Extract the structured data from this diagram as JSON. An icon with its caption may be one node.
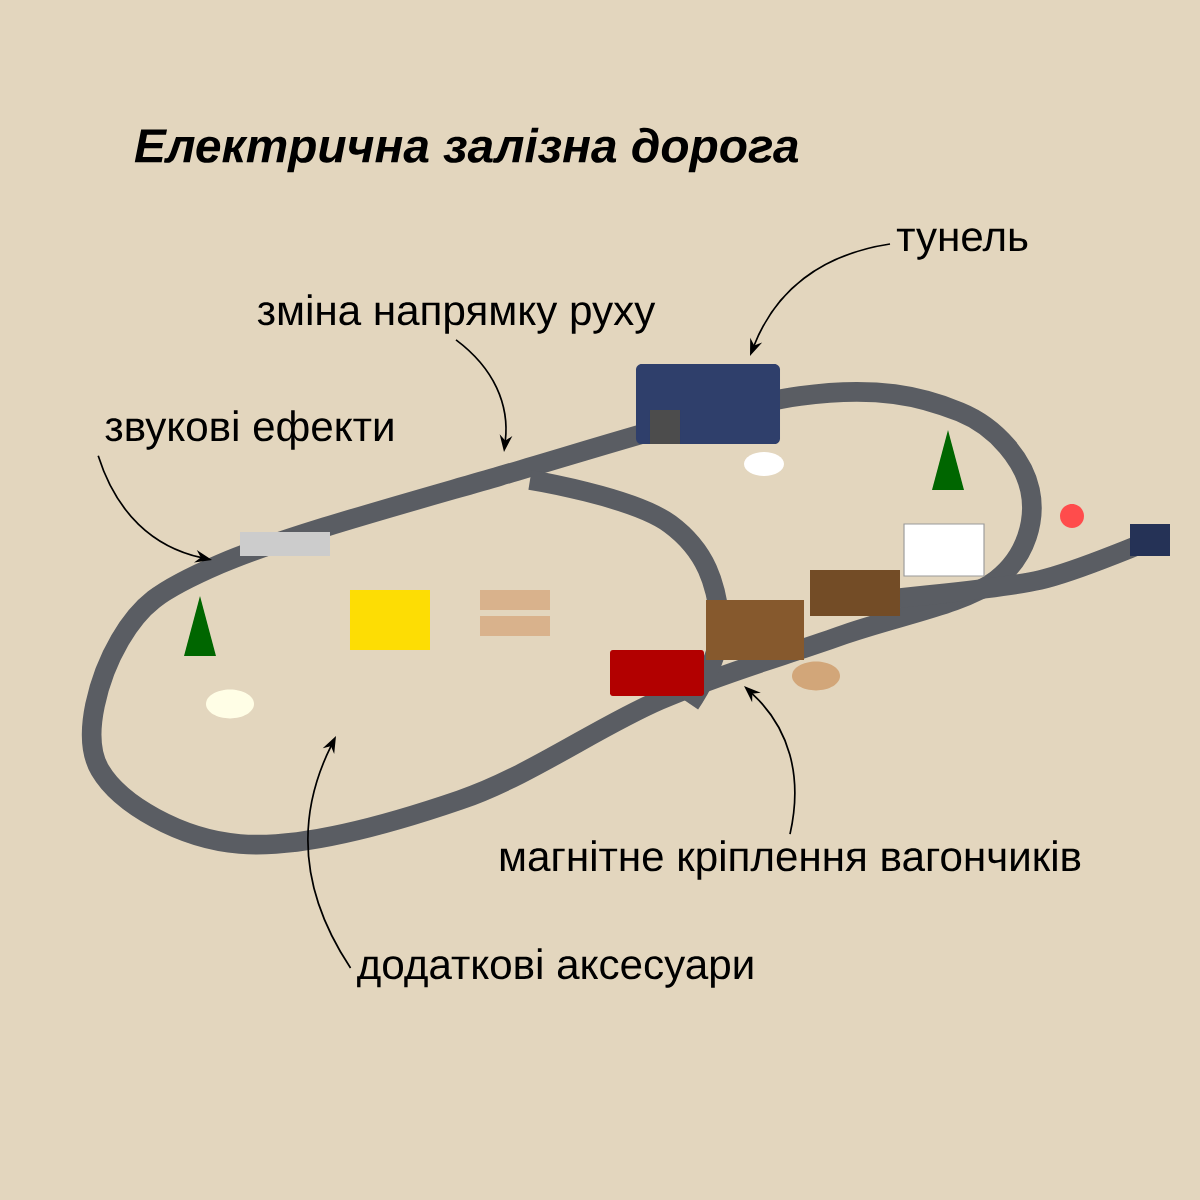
{
  "diagram": {
    "title": "Електрична залізна дорога",
    "nodes": [
      {
        "text": [
          "тунель"
        ]
      },
      {
        "text": [
          "зміна напрямку руху"
        ]
      },
      {
        "text": [
          "звукові ефекти"
        ]
      },
      {
        "text": [
          "магнітне кріплення вагончиків"
        ]
      },
      {
        "text": [
          "додаткові аксесуари"
        ]
      }
    ],
    "edges": [
      {
        "from": 0,
        "to": null,
        "arrow": "to"
      },
      {
        "from": 1,
        "to": null,
        "arrow": "to"
      },
      {
        "from": 2,
        "to": null,
        "arrow": "to"
      },
      {
        "from": 3,
        "to": null,
        "arrow": "to"
      },
      {
        "from": 4,
        "to": null,
        "arrow": "to"
      }
    ]
  }
}
